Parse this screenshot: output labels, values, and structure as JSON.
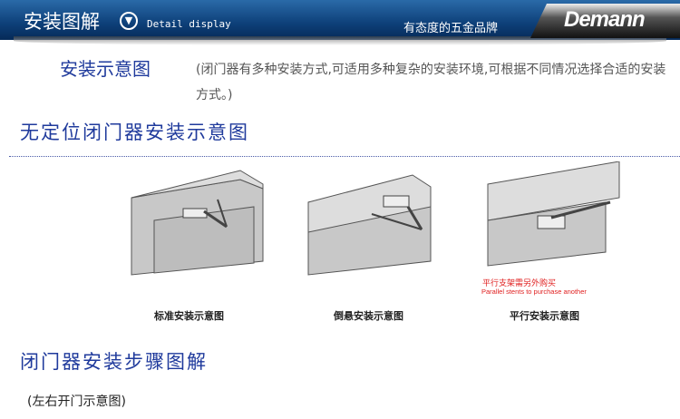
{
  "banner": {
    "title": "安装图解",
    "subtitle": "Detail display",
    "slogan": "有态度的五金品牌",
    "brand": "Demann"
  },
  "intro": {
    "heading": "安装示意图",
    "text": "(闭门器有多种安装方式,可适用多种复杂的安装环境,可根据不同情况选择合适的安装方式。)"
  },
  "section1": {
    "heading": "无定位闭门器安装示意图",
    "figures": [
      {
        "caption": "标准安装示意图"
      },
      {
        "caption": "倒悬安装示意图"
      },
      {
        "caption": "平行安装示意图",
        "note_cn": "平行支架需另外购买",
        "note_en": "Parallel stents to purchase another"
      }
    ]
  },
  "section2": {
    "heading": "闭门器安装步骤图解",
    "subtitle": "(左右开门示意图)"
  },
  "colors": {
    "banner": "#0d3f78",
    "heading": "#1f3a9c",
    "note": "#e02020"
  }
}
